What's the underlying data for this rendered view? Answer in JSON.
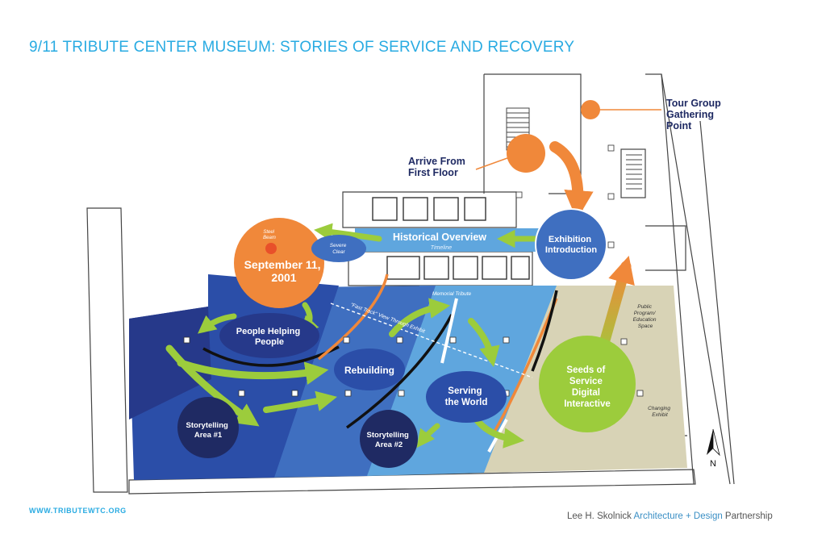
{
  "title": "9/11 TRIBUTE CENTER MUSEUM:  STORIES OF SERVICE AND RECOVERY",
  "website": "WWW.TRIBUTEWTC.ORG",
  "credit": {
    "name": "Lee H. Skolnick ",
    "accent": "Architecture + Design",
    "suffix": " Partnership"
  },
  "callouts": {
    "tour_group": [
      "Tour Group",
      "Gathering",
      "Point"
    ],
    "arrive": [
      "Arrive From",
      "First Floor"
    ]
  },
  "zones": {
    "exhibition_intro": [
      "Exhibition",
      "Introduction"
    ],
    "historical_overview": "Historical Overview",
    "timeline": "Timeline",
    "severe_clear": [
      "Severe",
      "Clear"
    ],
    "steel_beam": [
      "Steel",
      "Beam"
    ],
    "september_11": [
      "September 11,",
      "2001"
    ],
    "people_helping": [
      "People Helping",
      "People"
    ],
    "rebuilding": "Rebuilding",
    "serving_world": [
      "Serving",
      "the World"
    ],
    "storytelling_1": [
      "Storytelling",
      "Area #1"
    ],
    "storytelling_2": [
      "Storytelling",
      "Area #2"
    ],
    "seeds": [
      "Seeds of",
      "Service",
      "Digital",
      "Interactive"
    ],
    "memorial_tribute": "Memorial Tribute",
    "fast_track": "\"Fast Track\" View Through Exhibit",
    "public_program": [
      "Public",
      "Program/",
      "Education",
      "Space"
    ],
    "changing_exhibit": [
      "Changing",
      "Exhibit"
    ]
  },
  "north": "N",
  "colors": {
    "title": "#29abe2",
    "orange": "#f0883a",
    "green": "#9ccc3c",
    "dark_blue": "#2b3f92",
    "mid_blue": "#3f6fc0",
    "light_blue": "#5fa6de",
    "beige": "#d8d3b6",
    "navy": "#1f2a63"
  }
}
